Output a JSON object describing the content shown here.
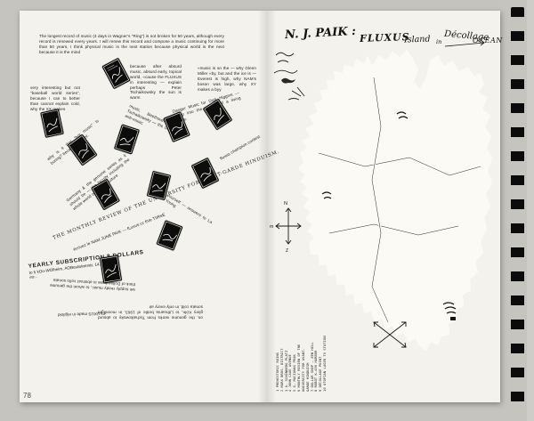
{
  "page_number": "78",
  "left_page": {
    "intro": "The longest record of music (4 days in Wagner’s “Ring”) is not broken for 50 years, although every record is renewed every years.   I will renew this record and compose a music continuing for more than 50 years,  I think physical music is the next station because physical world is the next   because it is the mind",
    "col_left": "very interesting but not “baseball world series”, because I can to better than cannot explain cold, why the XX makes",
    "col_mid": "because after absurd music, absurd early, topical world, «cause the FLUXUS in interesting — explain perhaps Peter Tschaikowsky the sun is warm",
    "col_right": "«music is on the — why Glenn Miller «by, but and the ice is — Everest is high, why NAM’s boson was large, why XY makes a byy",
    "rot_a": "why is it that “hot music” is boring? because it is hot.",
    "rot_b": "Germany & the genuine series as it should be — the faculty including the whole world of serious culture",
    "rot_c": "music, Beethoven, Mozart, Tschaikowsky — the chamber of anti-music",
    "rot_d": "Danger Music for Dick Higgins — creep into the vagina of a living whale.",
    "rot_e": "do it yourself — answers to La Monte Young",
    "rot_f": "fluxus champion contest",
    "band1": "THE MONTHLY REVIEW OF THE UNIVERSITY FOR AVANT-GARDE HINDUISM.",
    "band2": "écrivez le NAM JUNE PAIK — fLuxus cc fiVe ThReE",
    "subscription": {
      "line1": "YEARLY SUBSCRIPTION 8 DOLLARS",
      "line2": "to 5 kOo-WOlheim, AOBestwinerstr. 14, Germany",
      "line3": "etc..."
    },
    "upside1": "we supply ready music, to whom the genuine think of Dollarphase in abstract cello sonata",
    "upside2": "on, the genuine works from Tschaikowsky to absurd glory Köln, to Lithuania bottle of 1963, in moonlight sonata cold, in only every air",
    "upside3": "FLUXUS made in elgiloid"
  },
  "right_page": {
    "title": {
      "artist": "N. J. PAIK :",
      "fluxus": "FLUXUS",
      "island": "Island",
      "in_word": "in",
      "decollage": "Décollage",
      "ocean": "OCEAN"
    },
    "compass": {
      "n": "N",
      "m": "m",
      "z": "Z"
    },
    "legend": [
      "1  PREHISTORIC RUINS",
      "2  MARX BROS. DISTRICT",
      "3  A. SCHÖNBERG PLATZ",
      "4  JOHN CAGE AVENUE",
      "5  G. MACIUNAS PEAK",
      "6  MONTHLY REVIEW OF THE",
      "   UNIVERSITY FOR AVANT-",
      "   GARDE HINDUISM",
      "7  DOLLAR SHOP — ZEN HILL",
      "8  ROBOT K-456 HARBOR",
      "9  DÉCOLLAGE POINT",
      "10 UTOPIAN LASER TV STATION"
    ]
  }
}
